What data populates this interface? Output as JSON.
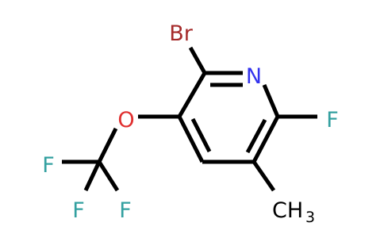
{
  "molecule": {
    "atoms": {
      "br": {
        "symbol": "Br",
        "color": "#a52a2a"
      },
      "n": {
        "symbol": "N",
        "color": "#3333ee"
      },
      "f_ring": {
        "symbol": "F",
        "color": "#33a0a0"
      },
      "o": {
        "symbol": "O",
        "color": "#e03030"
      },
      "f1": {
        "symbol": "F",
        "color": "#33a0a0"
      },
      "f2": {
        "symbol": "F",
        "color": "#33a0a0"
      },
      "f3": {
        "symbol": "F",
        "color": "#33a0a0"
      },
      "methyl_c": {
        "symbol": "CH",
        "color": "#000000"
      },
      "methyl_sub": {
        "symbol": "3",
        "color": "#000000"
      }
    },
    "bond_color": "#000000"
  }
}
